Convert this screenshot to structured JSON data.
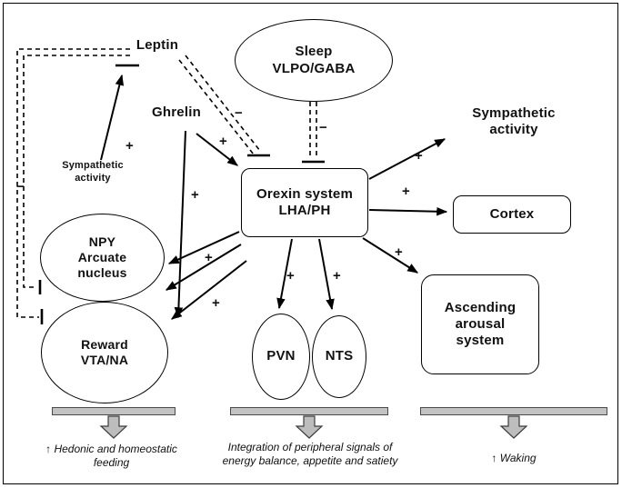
{
  "diagram": {
    "nodes": {
      "leptin": {
        "label": "Leptin"
      },
      "ghrelin": {
        "label": "Ghrelin"
      },
      "sleep": {
        "line1": "Sleep",
        "line2": "VLPO/GABA"
      },
      "sympathetic_left": {
        "line1": "Sympathetic",
        "line2": "activity"
      },
      "sympathetic_right": {
        "line1": "Sympathetic",
        "line2": "activity"
      },
      "orexin": {
        "line1": "Orexin system",
        "line2": "LHA/PH"
      },
      "cortex": {
        "label": "Cortex"
      },
      "arousal": {
        "line1": "Ascending",
        "line2": "arousal",
        "line3": "system"
      },
      "npy": {
        "line1": "NPY",
        "line2": "Arcuate",
        "line3": "nucleus"
      },
      "reward": {
        "line1": "Reward",
        "line2": "VTA/NA"
      },
      "pvn": {
        "label": "PVN"
      },
      "nts": {
        "label": "NTS"
      }
    },
    "signs": {
      "plus": "+",
      "minus": "−"
    },
    "captions": {
      "feeding_line1": "↑ Hedonic and homeostatic",
      "feeding_line2": "feeding",
      "integration_line1": "Integration of peripheral signals of",
      "integration_line2": "energy balance, appetite and satiety",
      "waking": "↑ Waking"
    },
    "colors": {
      "ink": "#000000",
      "bar_fill": "#c2c2c2",
      "block_arrow_fill": "#bdbdbd"
    }
  }
}
